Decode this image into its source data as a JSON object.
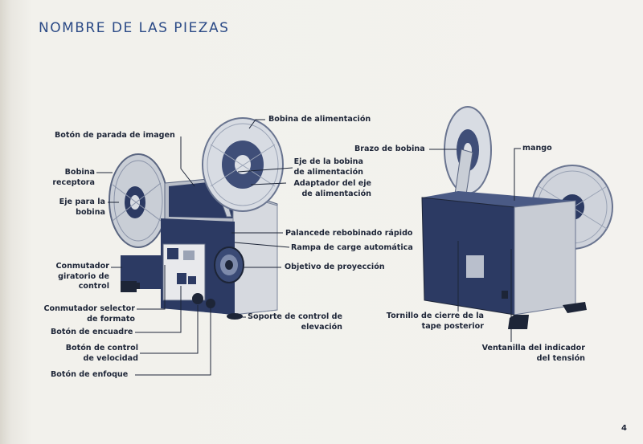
{
  "title": "NOMBRE DE LAS PIEZAS",
  "page_number": "4",
  "colors": {
    "ink": "#1d2537",
    "accent": "#2b4a86",
    "projector_blue": "#2c3a63",
    "paper": "#f3f2ee"
  },
  "labels": {
    "boton_parada": "Botón de parada de imagen",
    "bobina_receptora_1": "Bobina",
    "bobina_receptora_2": "receptora",
    "eje_bobina_1": "Eje para la",
    "eje_bobina_2": "bobina",
    "conmutador_giratorio_1": "Conmutador",
    "conmutador_giratorio_2": "giratorio de",
    "conmutador_giratorio_3": "control",
    "conmutador_selector_1": "Conmutador selector",
    "conmutador_selector_2": "de formato",
    "boton_encuadre": "Botón de encuadre",
    "boton_control_vel_1": "Botón de control",
    "boton_control_vel_2": "de velocidad",
    "boton_enfoque": "Botón de enfoque",
    "bobina_alimentacion": "Bobina de alimentación",
    "eje_bobina_alim_1": "Eje de la bobina",
    "eje_bobina_alim_2": "de alimentación",
    "adaptador_eje_1": "Adaptador del eje",
    "adaptador_eje_2": "de alimentación",
    "palanca_rebobinado": "Palancede rebobinado rápido",
    "rampa_carga": "Rampa de carge automática",
    "objetivo_proyeccion": "Objetivo de proyección",
    "soporte_control_1": "Soporte de control de",
    "soporte_control_2": "elevación",
    "brazo_bobina": "Brazo de bobina",
    "mango": "mango",
    "tornillo_cierre_1": "Tornillo de cierre de la",
    "tornillo_cierre_2": "tape posterior",
    "ventanilla_1": "Ventanilla del indicador",
    "ventanilla_2": "del tensión"
  }
}
